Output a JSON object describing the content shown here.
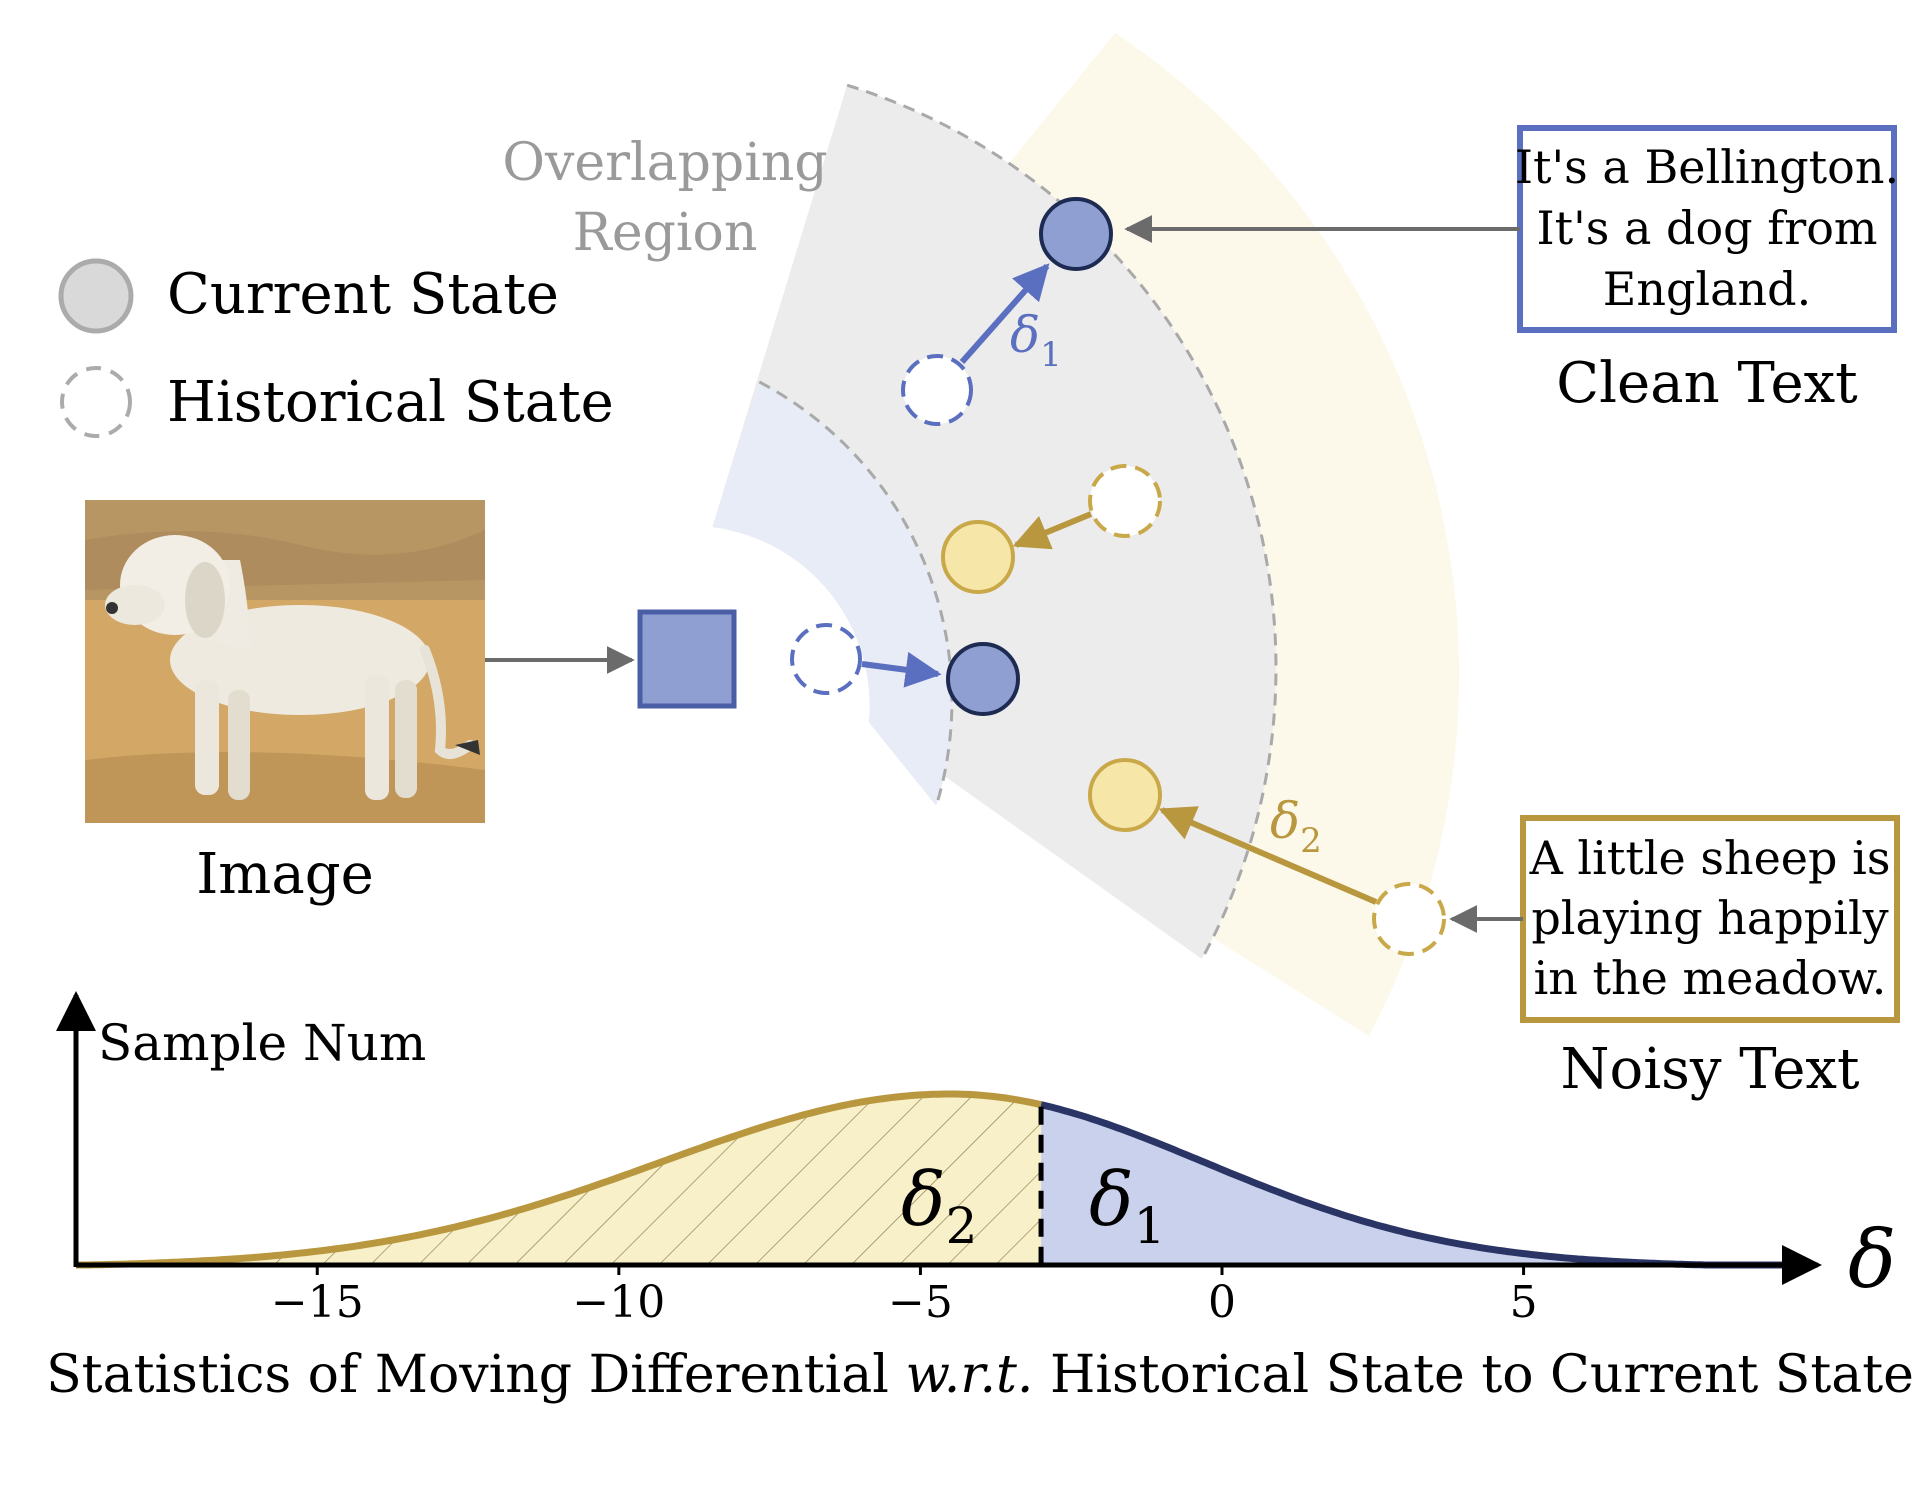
{
  "legend": {
    "current_label": "Current State",
    "historical_label": "Historical State"
  },
  "labels": {
    "overlap_line1": "Overlapping",
    "overlap_line2": "Region",
    "image": "Image",
    "clean_caption": "Clean Text",
    "noisy_caption": "Noisy Text",
    "delta1_sym": "δ",
    "delta1_sub": "1",
    "delta2_sym": "δ",
    "delta2_sub": "2"
  },
  "clean_text": {
    "line1": "It's a Bellington.",
    "line2": "It's a dog from",
    "line3": "England."
  },
  "noisy_text": {
    "line1": "A little sheep is",
    "line2": "playing happily",
    "line3": "in the meadow."
  },
  "colors": {
    "blue": "#5a6fbf",
    "blue_fill": "#8f9fd2",
    "blue_light": "#c9d1ec",
    "yellow": "#b9973f",
    "yellow_fill": "#f6e7a8",
    "yellow_light": "#f8f0c8",
    "gray": "#6b6b6b"
  },
  "chart_data": {
    "type": "area",
    "ylabel": "Sample Num",
    "xlabel_pre": "Statistics of Moving Differential ",
    "xlabel_italic": "w.r.t.",
    "xlabel_post": " Historical State to Current State",
    "axis_symbol": "δ",
    "xlim": [
      -19,
      9.5
    ],
    "split": -3,
    "ticks": [
      {
        "value": -15,
        "label": "−15"
      },
      {
        "value": -10,
        "label": "−10"
      },
      {
        "value": -5,
        "label": "−5"
      },
      {
        "value": 0,
        "label": "0"
      },
      {
        "value": 5,
        "label": "5"
      }
    ],
    "regions": [
      {
        "sym": "δ",
        "sub": "2",
        "range": [
          -19,
          -3
        ]
      },
      {
        "sym": "δ",
        "sub": "1",
        "range": [
          -3,
          9.5
        ]
      }
    ]
  }
}
